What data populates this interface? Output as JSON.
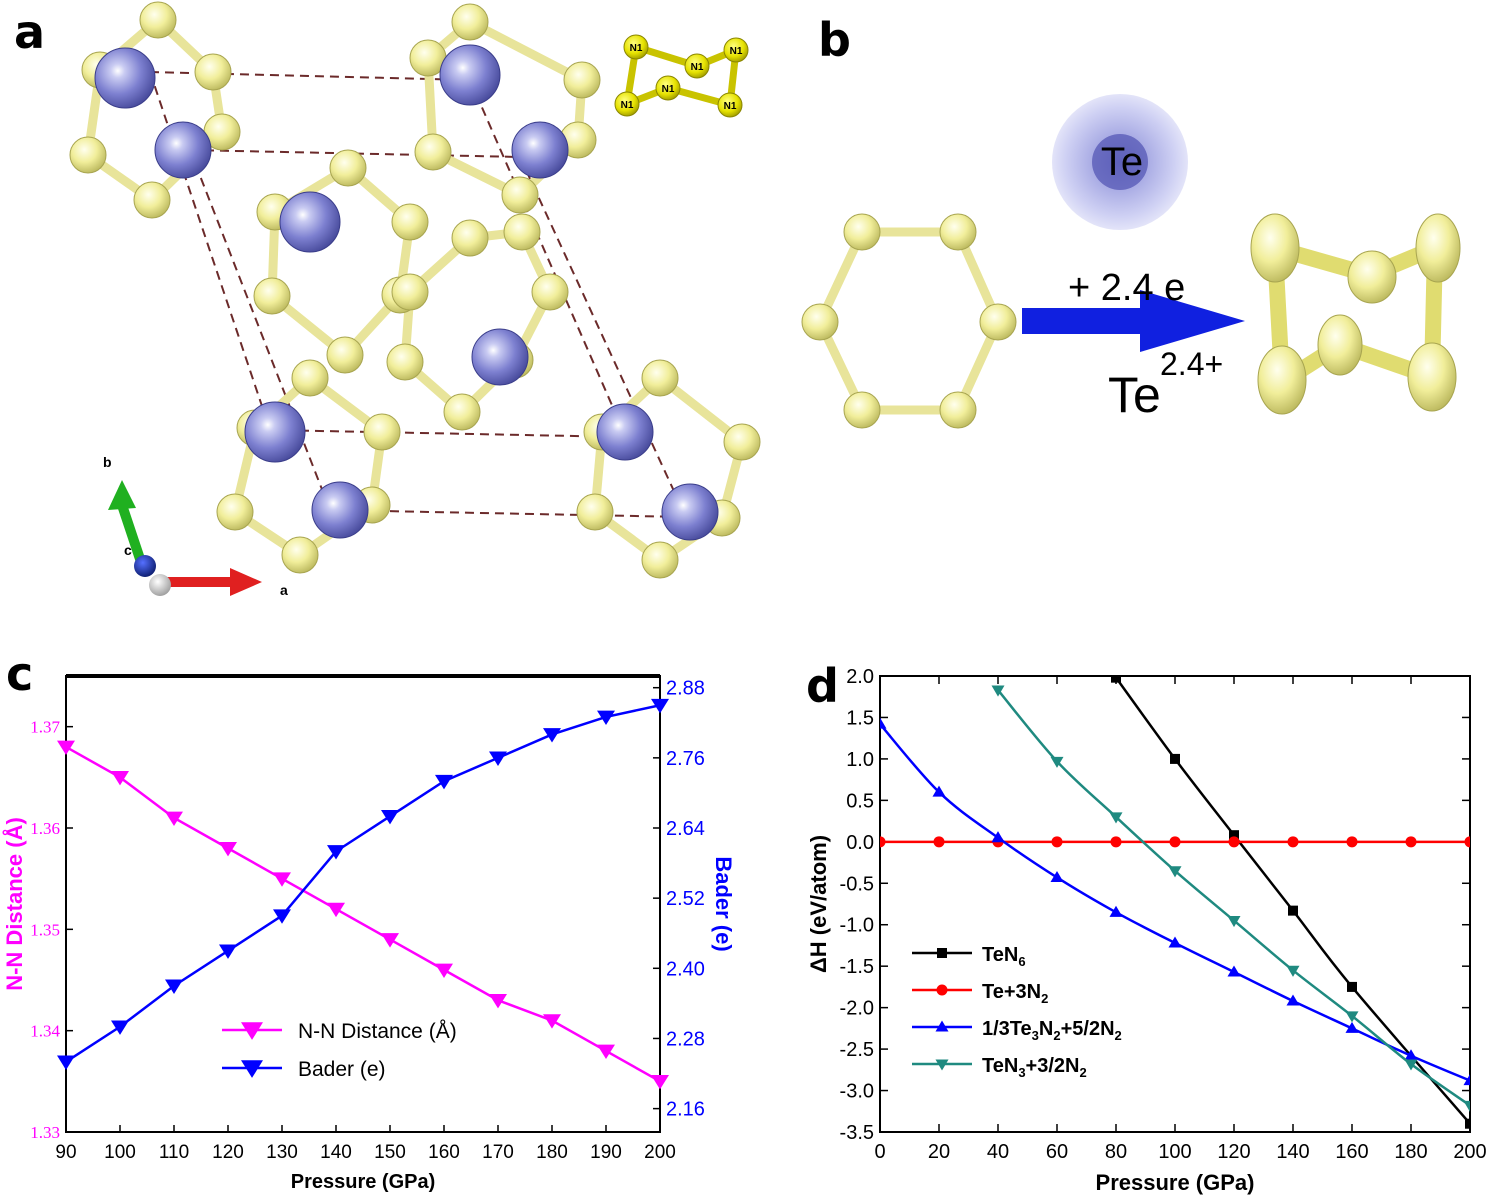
{
  "panel_labels": [
    "a",
    "b",
    "c",
    "d"
  ],
  "panel_a": {
    "molecule_atom_labels": [
      "N1",
      "N1",
      "N1",
      "N1",
      "N1",
      "N1"
    ],
    "axes": {
      "a": "a",
      "b": "b",
      "c": "c"
    },
    "colors": {
      "te": "#8c8fd8",
      "n": "#f3f09a",
      "bond": "#e8e49a",
      "cell": "#6b2a2a",
      "a_axis": "#e02020",
      "b_axis": "#20b020",
      "c_axis": "#1030a0"
    }
  },
  "panel_b": {
    "atom": "Te",
    "electron_label": "+ 2.4 e",
    "ion_base": "Te",
    "ion_charge": "2.4+",
    "arrow_color": "#1020e0"
  },
  "chart_data": [
    {
      "type": "line",
      "panel": "c",
      "xlabel": "Pressure (GPa)",
      "ylabel": "N-N Distance (Å)",
      "y2label": "Bader (e)",
      "xlim": [
        90,
        200
      ],
      "ylim": [
        1.33,
        1.375
      ],
      "y2lim": [
        2.12,
        2.9
      ],
      "xticks": [
        "90",
        "100",
        "110",
        "120",
        "130",
        "140",
        "150",
        "160",
        "170",
        "180",
        "190",
        "200"
      ],
      "yticks": [
        "1.33",
        "1.34",
        "1.35",
        "1.36",
        "1.37"
      ],
      "y2ticks": [
        "2.16",
        "2.28",
        "2.40",
        "2.52",
        "2.64",
        "2.76",
        "2.88"
      ],
      "series": [
        {
          "name": "N-N Distance (Å)",
          "axis": "left",
          "color": "#ff00ff",
          "marker": "triangle-down",
          "x": [
            90,
            100,
            110,
            120,
            130,
            140,
            150,
            160,
            170,
            180,
            190,
            200
          ],
          "y": [
            1.368,
            1.365,
            1.361,
            1.358,
            1.355,
            1.352,
            1.349,
            1.346,
            1.343,
            1.341,
            1.338,
            1.335
          ]
        },
        {
          "name": "Bader (e)",
          "axis": "right",
          "color": "#0000ff",
          "marker": "triangle-down",
          "x": [
            90,
            100,
            110,
            120,
            130,
            140,
            150,
            160,
            170,
            180,
            190,
            200
          ],
          "y": [
            2.24,
            2.3,
            2.37,
            2.43,
            2.49,
            2.6,
            2.66,
            2.72,
            2.76,
            2.8,
            2.83,
            2.85
          ]
        }
      ]
    },
    {
      "type": "line",
      "panel": "d",
      "xlabel": "Pressure (GPa)",
      "ylabel": "ΔH (eV/atom)",
      "xlim": [
        0,
        200
      ],
      "ylim": [
        -3.5,
        2.0
      ],
      "xticks": [
        "0",
        "20",
        "40",
        "60",
        "80",
        "100",
        "120",
        "140",
        "160",
        "180",
        "200"
      ],
      "yticks": [
        "2.0",
        "1.5",
        "1.0",
        "0.5",
        "0.0",
        "-0.5",
        "-1.0",
        "-1.5",
        "-2.0",
        "-2.5",
        "-3.0",
        "-3.5"
      ],
      "legend": [
        {
          "base": "TeN",
          "sub": "6",
          "tail": "",
          "tail_sub": ""
        },
        {
          "base": "Te+3N",
          "sub": "2",
          "tail": "",
          "tail_sub": ""
        },
        {
          "base": "1/3Te",
          "sub": "3",
          "tail": "N",
          "tail_sub": "2",
          "rest": "+5/2N",
          "rest_sub": "2"
        },
        {
          "base": "TeN",
          "sub": "3",
          "tail": "+3/2N",
          "tail_sub": "2"
        }
      ],
      "series": [
        {
          "name": "TeN6",
          "color": "#000000",
          "marker": "square",
          "x": [
            80,
            100,
            120,
            140,
            160,
            200
          ],
          "y": [
            1.98,
            1.0,
            0.08,
            -0.83,
            -1.75,
            -3.4
          ]
        },
        {
          "name": "Te+3N2",
          "color": "#ff0000",
          "marker": "circle",
          "x": [
            0,
            20,
            40,
            60,
            80,
            100,
            120,
            140,
            160,
            180,
            200
          ],
          "y": [
            0,
            0,
            0,
            0,
            0,
            0,
            0,
            0,
            0,
            0,
            0
          ]
        },
        {
          "name": "1/3Te3N2+5/2N2",
          "color": "#0000ff",
          "marker": "triangle-up",
          "x": [
            0,
            20,
            40,
            60,
            80,
            100,
            120,
            140,
            160,
            180,
            200
          ],
          "y": [
            1.42,
            0.6,
            0.05,
            -0.43,
            -0.85,
            -1.22,
            -1.57,
            -1.92,
            -2.25,
            -2.58,
            -2.88
          ]
        },
        {
          "name": "TeN3+3/2N2",
          "color": "#1f8a80",
          "marker": "triangle-down",
          "x": [
            40,
            60,
            80,
            100,
            120,
            140,
            160,
            180,
            200
          ],
          "y": [
            1.83,
            0.97,
            0.3,
            -0.35,
            -0.95,
            -1.55,
            -2.1,
            -2.68,
            -3.18
          ]
        }
      ]
    }
  ]
}
